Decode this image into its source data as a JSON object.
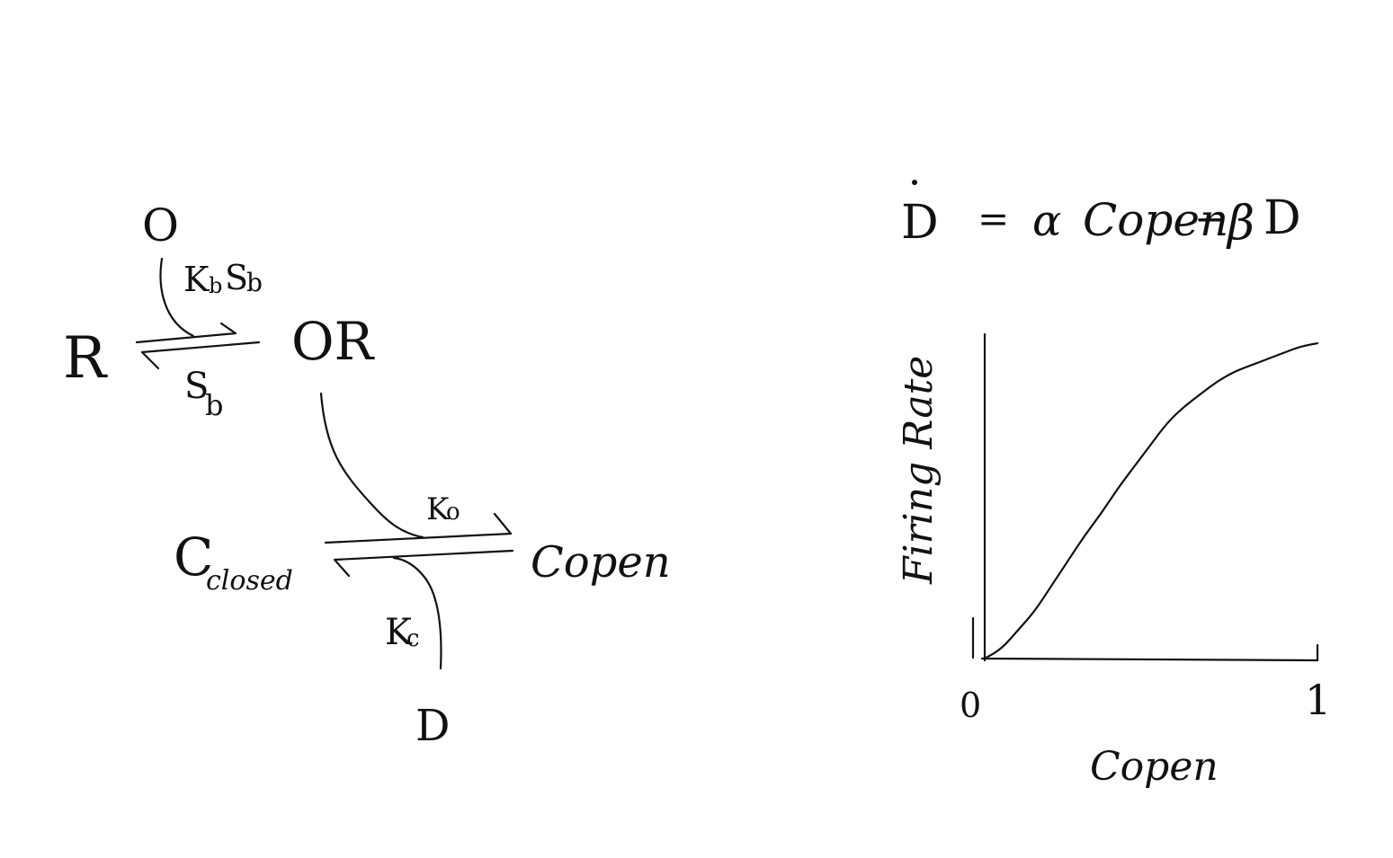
{
  "scheme": {
    "species": {
      "O": "O",
      "R": "R",
      "OR": "OR",
      "C_closed_main": "C",
      "C_closed_sub": "closed",
      "C_open": "Copen",
      "D": "D"
    },
    "rates": {
      "kb_main": "K",
      "kb_sub": "b",
      "kb_factor": "S",
      "kb_factor_sub": "b",
      "sb_main": "S",
      "sb_sub": "b",
      "ko_main": "K",
      "ko_sub": "o",
      "kc_main": "K",
      "kc_sub": "c"
    }
  },
  "equation": {
    "lhs": "D",
    "equals": "=",
    "alpha": "α",
    "term1": "Copen",
    "minus": "−",
    "beta": "β",
    "term2": "D"
  },
  "chart_data": {
    "type": "line",
    "title": "",
    "xlabel": "Copen",
    "ylabel": "Firing Rate",
    "xlim": [
      0,
      1.0
    ],
    "ylim": [
      0,
      1.0
    ],
    "x_ticks": [
      "0",
      "1"
    ],
    "grid": false,
    "series": [
      {
        "x": [
          0.0,
          0.05,
          0.1,
          0.15,
          0.2,
          0.25,
          0.3,
          0.35,
          0.4,
          0.45,
          0.5,
          0.55,
          0.6,
          0.65,
          0.7,
          0.75,
          0.8,
          0.85,
          0.9,
          0.95,
          1.0
        ],
        "values": [
          0.0,
          0.03,
          0.09,
          0.15,
          0.23,
          0.31,
          0.39,
          0.46,
          0.54,
          0.61,
          0.68,
          0.75,
          0.8,
          0.84,
          0.88,
          0.91,
          0.93,
          0.95,
          0.97,
          0.99,
          1.0
        ]
      }
    ]
  }
}
